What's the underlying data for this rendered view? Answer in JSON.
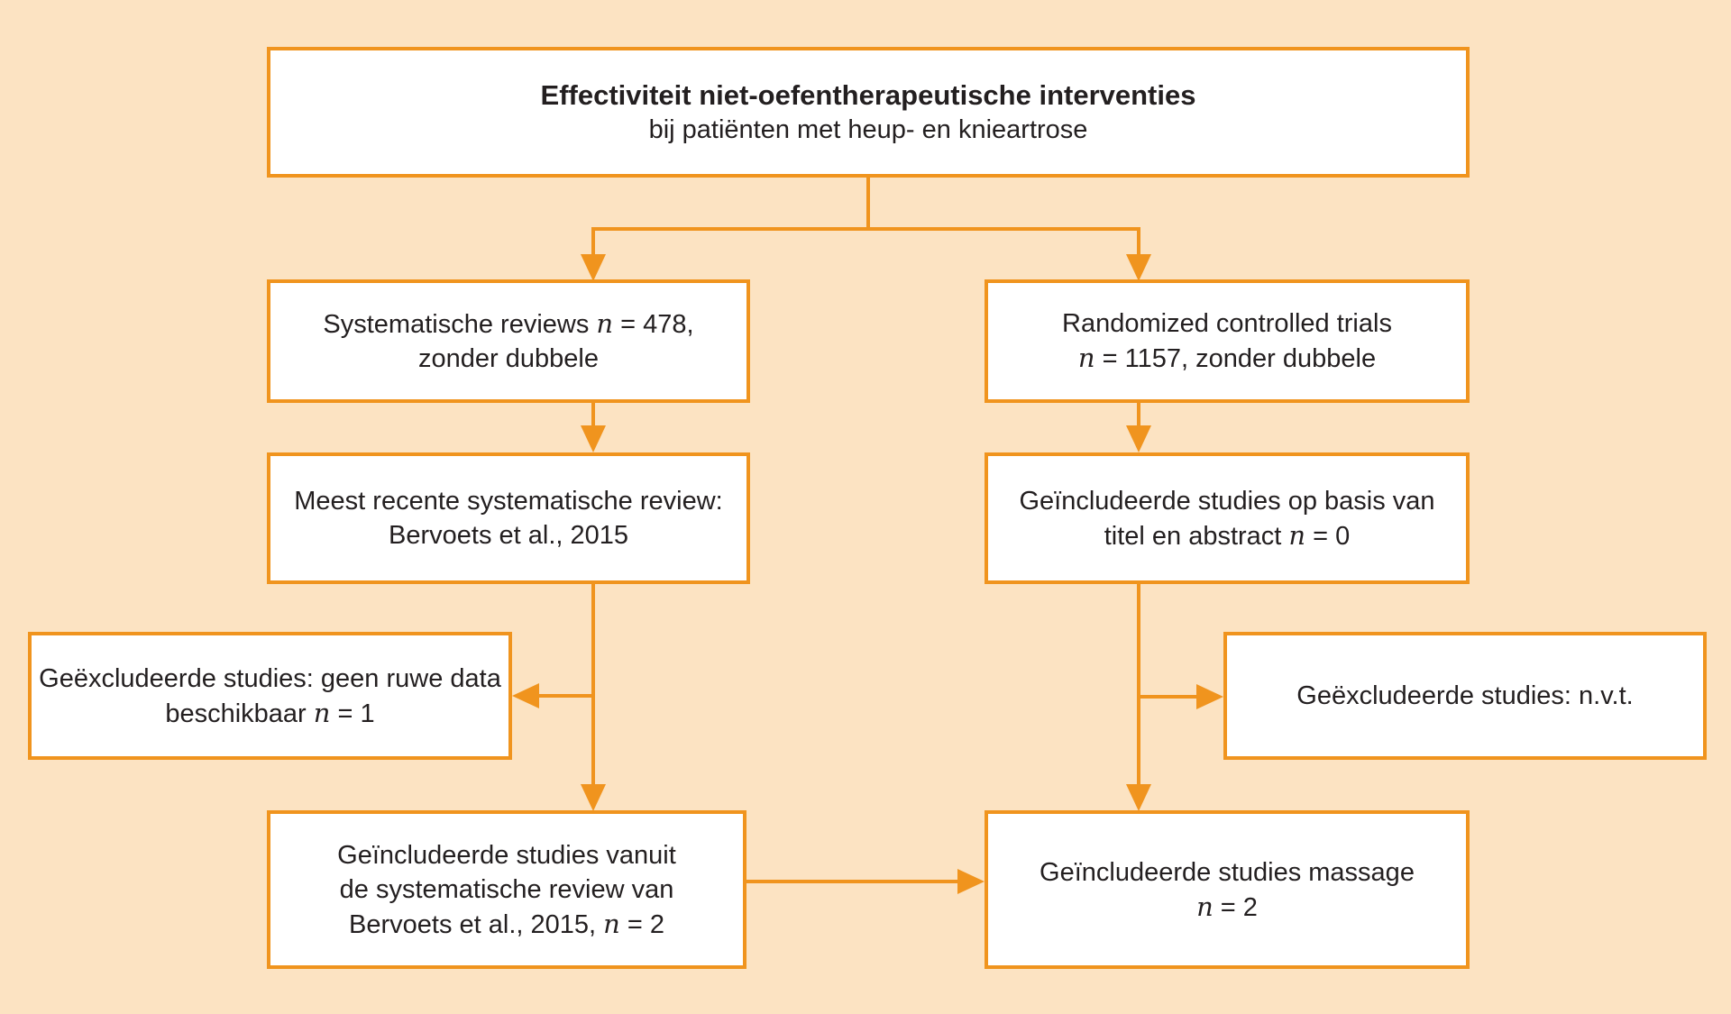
{
  "colors": {
    "accent": "#F0941E",
    "background": "#FCE3C2",
    "box_background": "#FFFFFF",
    "text": "#231F20"
  },
  "boxes": {
    "top": {
      "title": "Effectiviteit niet-oefentherapeutische interventies",
      "subtitle": "bij patiënten met heup- en knieartrose"
    },
    "sys_reviews": {
      "line1_pre": "Systematische reviews ",
      "line1_var": "n",
      "line1_post": " = 478,",
      "line2": "zonder dubbele"
    },
    "rcts": {
      "line1": "Randomized controlled trials",
      "line2_var": "n",
      "line2_post": " = 1157, zonder dubbele"
    },
    "recent_review": {
      "line1": "Meest recente systematische review:",
      "line2": "Bervoets et al., 2015"
    },
    "included_title_abstract": {
      "line1": "Geïncludeerde studies op basis van",
      "line2_pre": "titel en abstract ",
      "line2_var": "n",
      "line2_post": " = 0"
    },
    "excluded_left": {
      "line1": "Geëxcludeerde studies: geen ruwe data",
      "line2_pre": "beschikbaar ",
      "line2_var": "n",
      "line2_post": " = 1"
    },
    "excluded_right": {
      "line1": "Geëxcludeerde studies: n.v.t."
    },
    "included_review": {
      "line1": "Geïncludeerde studies vanuit",
      "line2": "de systematische review van",
      "line3_pre": "Bervoets et al., 2015, ",
      "line3_var": "n",
      "line3_post": " = 2"
    },
    "included_massage": {
      "line1": "Geïncludeerde studies massage",
      "line2_var": "n",
      "line2_post": " = 2"
    }
  }
}
